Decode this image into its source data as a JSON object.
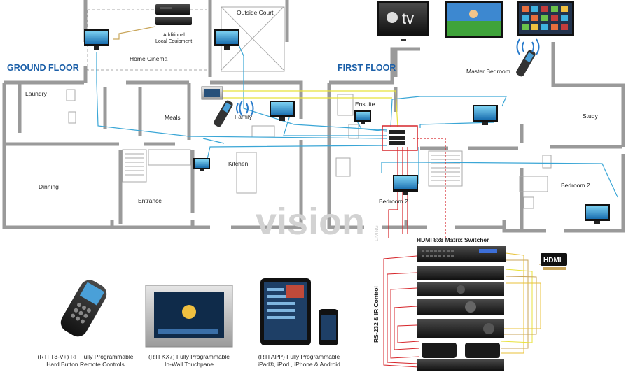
{
  "floors": {
    "ground": "GROUND FLOOR",
    "first": "FIRST FLOOR"
  },
  "rooms": {
    "home_cinema": "Home Cinema",
    "outside_court": "Outside Court",
    "laundry": "Laundry",
    "meals": "Meals",
    "family": "Family",
    "kitchen": "Kitchen",
    "dinning": "Dinning",
    "entrance": "Entrance",
    "master_bedroom": "Master Bedroom",
    "ensuite": "Ensuite",
    "study": "Study",
    "bedroom2_left": "Bedroom 2",
    "bedroom2_right": "Bedroom 2"
  },
  "equipment": {
    "local_line1": "Additional",
    "local_line2": "Local Equipment",
    "switcher": "HDMI 8x8 Matrix Switcher",
    "control": "RS-232 & IR  Control",
    "hdmi_badge": "HDMI",
    "tv_logo": "tv"
  },
  "watermark": {
    "brand": "vision",
    "tag": "LIVING"
  },
  "devices": {
    "remote": [
      "(RTI T3-V+) RF Fully Programmable",
      "Hard Button Remote Controls"
    ],
    "touchpanel": [
      "(RTI KX7) Fully Programmable",
      "In-Wall Touchpane"
    ],
    "app": [
      "(RTI APP) Fully Programmable",
      "iPad®, iPod , iPhone & Android"
    ]
  },
  "colors": {
    "wall": "#9a9a9a",
    "cable_blue": "#3aa6d6",
    "cable_yellow": "#e8e23a",
    "cable_red": "#d6262b",
    "cable_tan": "#c9a65b",
    "heading": "#1b5fa8"
  }
}
